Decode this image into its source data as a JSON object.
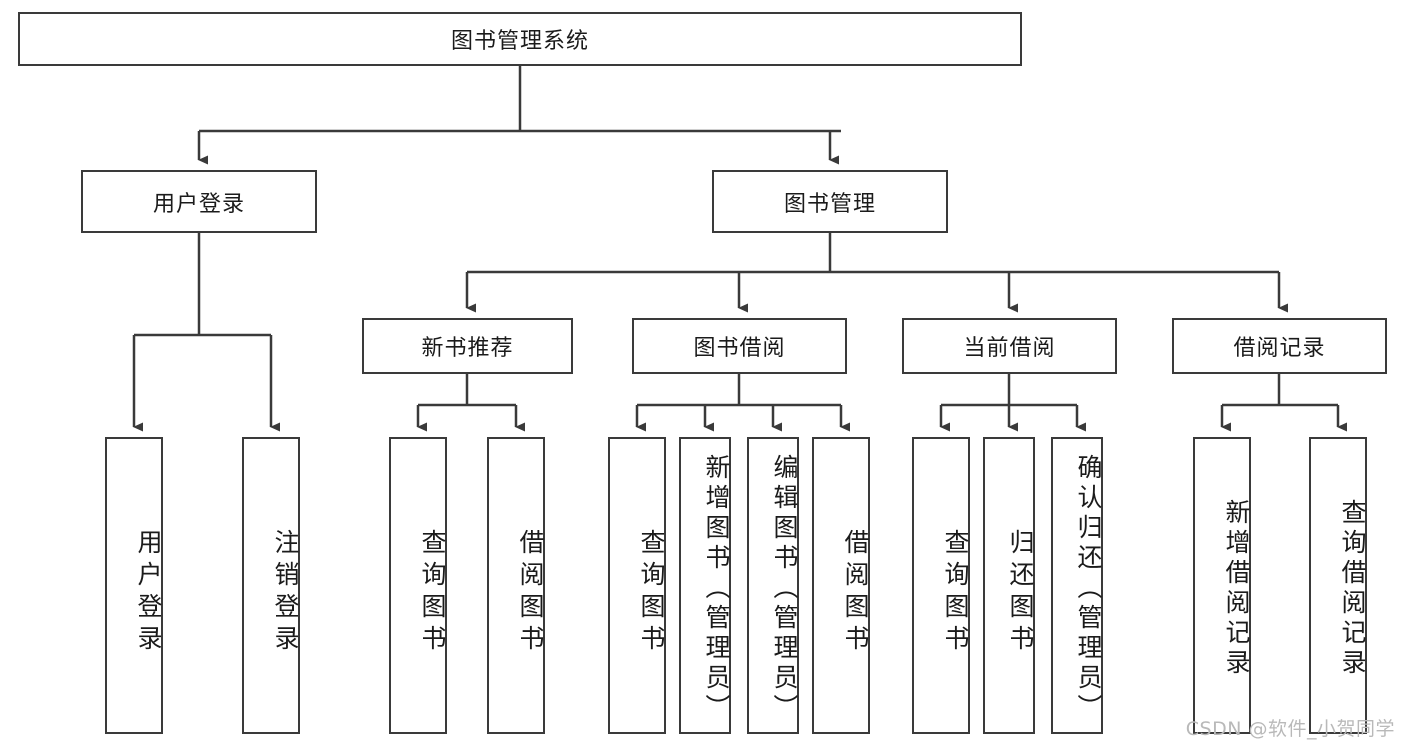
{
  "diagram": {
    "type": "tree",
    "title": "图书管理系统",
    "orientation": "top-down",
    "line_color": "#3a3a3a",
    "box_fill": "#ffffff",
    "text_color": "#1b1b1b"
  },
  "root": {
    "label": "图书管理系统"
  },
  "level2": [
    {
      "label": "用户登录"
    },
    {
      "label": "图书管理"
    }
  ],
  "level3": [
    {
      "label": "新书推荐"
    },
    {
      "label": "图书借阅"
    },
    {
      "label": "当前借阅"
    },
    {
      "label": "借阅记录"
    }
  ],
  "leaves": {
    "user_login": [
      {
        "label": "用户登录"
      },
      {
        "label": "注销登录"
      }
    ],
    "new_book_recommend": [
      {
        "label": "查询图书"
      },
      {
        "label": "借阅图书"
      }
    ],
    "book_borrow": [
      {
        "label": "查询图书"
      },
      {
        "label": "新增图书（管理员）"
      },
      {
        "label": "编辑图书（管理员）"
      },
      {
        "label": "借阅图书"
      }
    ],
    "current_borrow": [
      {
        "label": "查询图书"
      },
      {
        "label": "归还图书"
      },
      {
        "label": "确认归还（管理员）"
      }
    ],
    "borrow_record": [
      {
        "label": "新增借阅记录"
      },
      {
        "label": "查询借阅记录"
      }
    ]
  },
  "watermark": {
    "text": "CSDN @软件_小贺同学"
  }
}
